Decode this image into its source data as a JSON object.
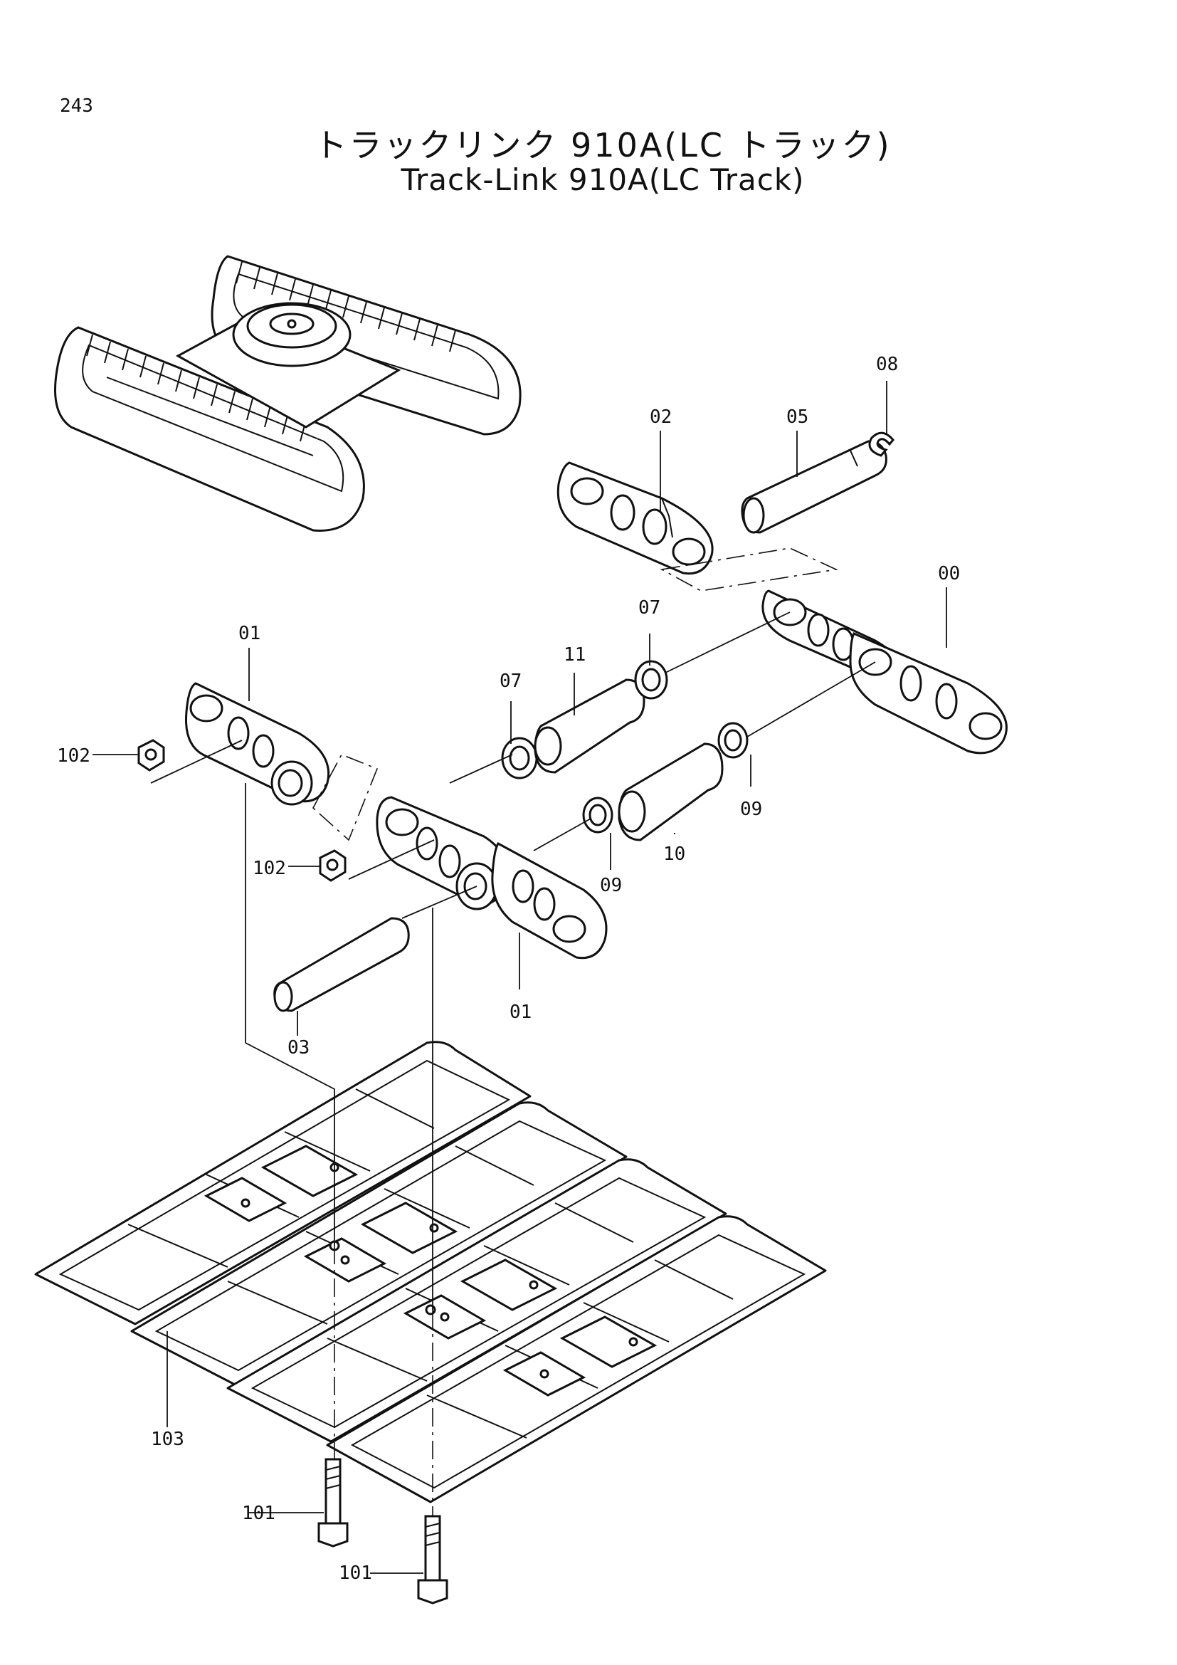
{
  "page_number": "243",
  "title_jp": "トラックリンク 910A(LC トラック)",
  "title_en": "Track-Link 910A(LC Track)",
  "callouts": {
    "c00": "00",
    "c01a": "01",
    "c01b": "01",
    "c02": "02",
    "c03": "03",
    "c05": "05",
    "c07a": "07",
    "c07b": "07",
    "c08": "08",
    "c09a": "09",
    "c09b": "09",
    "c10": "10",
    "c11": "11",
    "c101a": "101",
    "c101b": "101",
    "c102a": "102",
    "c102b": "102",
    "c103": "103"
  }
}
